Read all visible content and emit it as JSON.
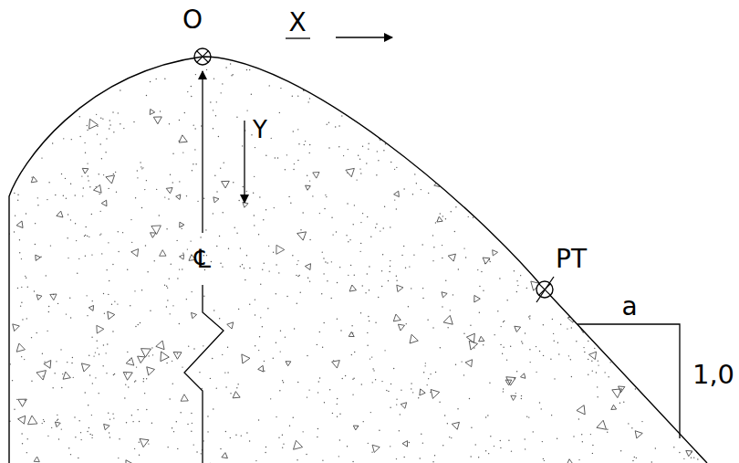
{
  "diagram": {
    "labels": [
      "O",
      "X",
      "Y",
      "PT",
      "℄",
      "a",
      "1,0"
    ]
  }
}
